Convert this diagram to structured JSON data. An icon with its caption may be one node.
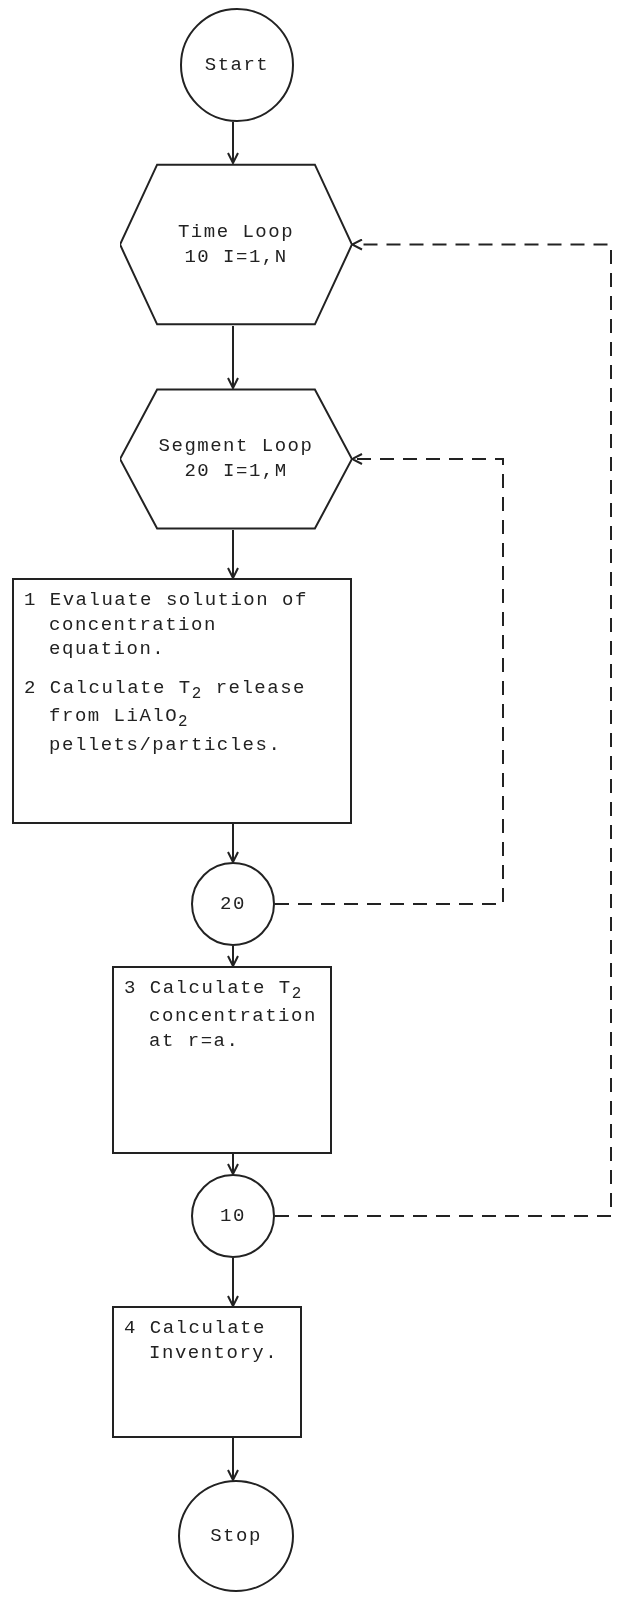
{
  "diagram": {
    "nodes": [
      {
        "text": [
          "Start"
        ]
      },
      {
        "text": [
          "Time Loop",
          "10 I=1,N"
        ]
      },
      {
        "text": [
          "Segment Loop",
          "20 I=1,M"
        ]
      },
      {
        "text": [
          "1 Evaluate solution of concentration equation.",
          "2 Calculate T$_{2}$ release from LiAlO$_{2}$ pellets/particles."
        ]
      },
      {
        "text": [
          "20"
        ]
      },
      {
        "text": [
          "3 Calculate T$_{2}$ concentration at r=a."
        ]
      },
      {
        "text": [
          "10"
        ]
      },
      {
        "text": [
          "4 Calculate Inventory."
        ]
      },
      {
        "text": [
          "Stop"
        ]
      }
    ],
    "edges": [
      {
        "from": 0,
        "to": 1,
        "arrow": "to"
      },
      {
        "from": 1,
        "to": 2,
        "arrow": "to"
      },
      {
        "from": 2,
        "to": 3,
        "arrow": "to"
      },
      {
        "from": 3,
        "to": 4,
        "arrow": "to"
      },
      {
        "from": 4,
        "to": 5,
        "arrow": "to"
      },
      {
        "from": 5,
        "to": 6,
        "arrow": "to"
      },
      {
        "from": 6,
        "to": 7,
        "arrow": "to"
      },
      {
        "from": 7,
        "to": 8,
        "arrow": "to"
      },
      {
        "from": 4,
        "to": 2,
        "arrow": "to",
        "style": "dashed"
      },
      {
        "from": 6,
        "to": 1,
        "arrow": "to",
        "style": "dashed"
      }
    ]
  }
}
